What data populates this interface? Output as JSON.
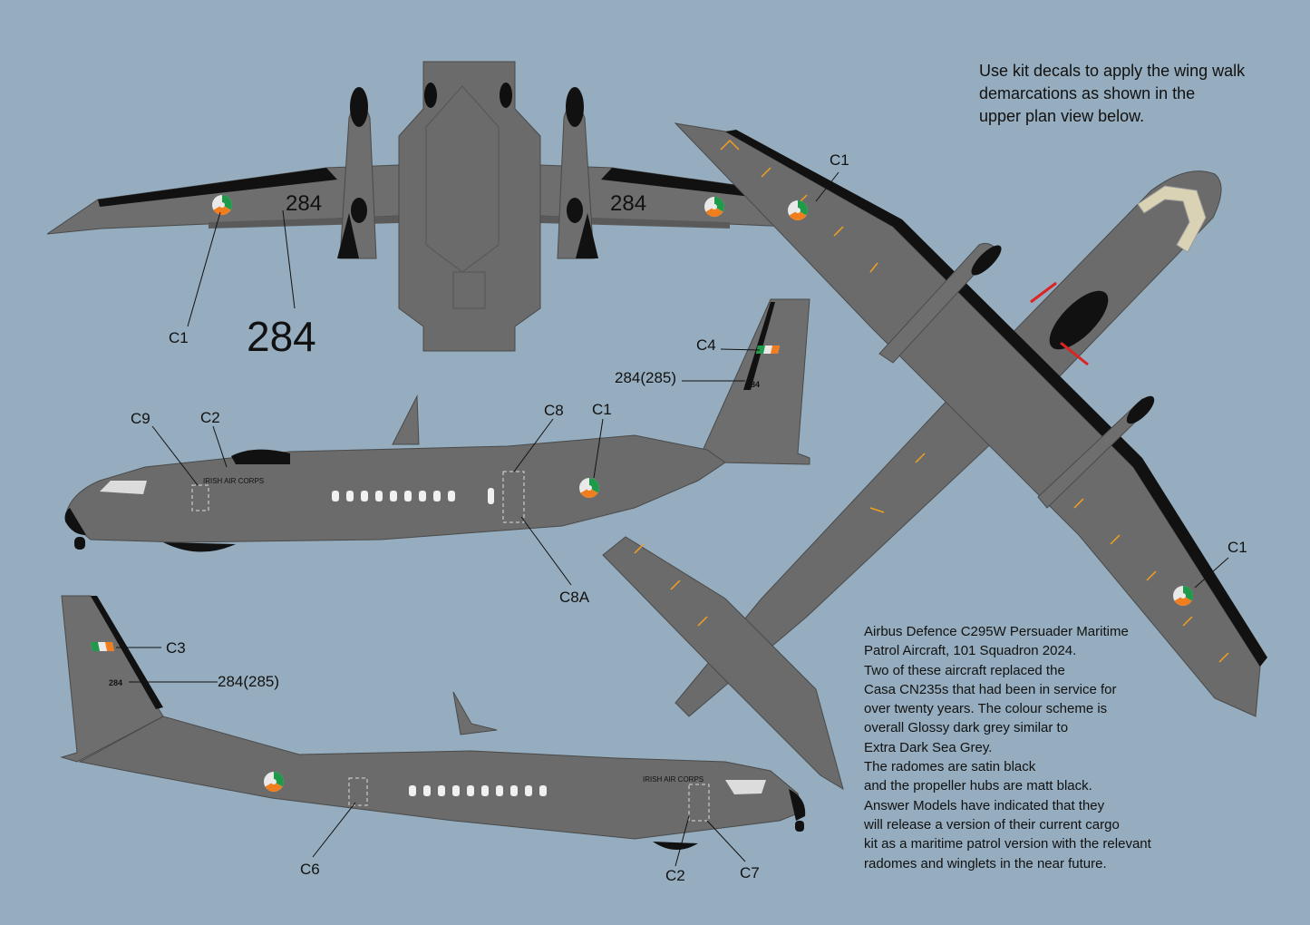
{
  "top_note": [
    "Use kit decals to apply the wing walk",
    "demarcations as shown in the",
    "upper plan view below."
  ],
  "description": [
    "Airbus Defence  C295W Persuader  Maritime",
    "Patrol Aircraft,  101 Squadron 2024.",
    "Two of these aircraft replaced the",
    "Casa CN235s that had been in service for",
    "over twenty years. The colour scheme is",
    "overall Glossy dark grey similar to",
    "Extra Dark Sea Grey.",
    "The radomes are satin black",
    "and the propeller hubs are matt black.",
    "Answer Models have indicated that they",
    "will release a version of their current cargo",
    "kit as a maritime patrol version with the relevant",
    "radomes and winglets in the near future."
  ],
  "underside": {
    "big_number": "284",
    "wing_number_left": "284",
    "wing_number_right": "284",
    "callout_c1": "C1"
  },
  "upper_plan": {
    "callout_c1_top": "C1",
    "callout_c1_right": "C1"
  },
  "side_left": {
    "callout_c9": "C9",
    "callout_c2": "C2",
    "callout_c8": "C8",
    "callout_c1": "C1",
    "callout_c8a": "C8A",
    "callout_c4": "C4",
    "callout_serial": "284(285)",
    "fin_number": "284",
    "fuselage_text": "IRISH AIR CORPS"
  },
  "side_right": {
    "callout_c3": "C3",
    "callout_serial": "284(285)",
    "fin_number": "284",
    "callout_c6": "C6",
    "callout_c2": "C2",
    "callout_c7": "C7",
    "fuselage_text": "IRISH AIR CORPS"
  },
  "colors": {
    "background": "#95adbe",
    "airframe": "#6b6b6b",
    "radome": "#111111",
    "walkway": "#f2a11f"
  }
}
